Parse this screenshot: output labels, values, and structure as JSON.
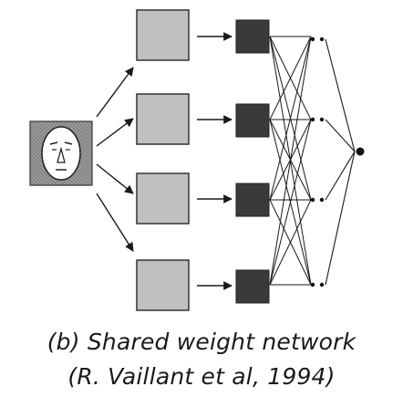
{
  "diagram": {
    "caption": {
      "line1": "(b) Shared weight network",
      "line2": "(R. Vaillant et al, 1994)"
    },
    "input_image": {
      "icon": "face-icon",
      "fill": "#8a8a8a",
      "face_fill": "#ffffff"
    },
    "hidden_layer_1": {
      "count": 4,
      "fill": "#c0c0c0",
      "stroke": "#333333"
    },
    "hidden_layer_2": {
      "count": 4,
      "fill": "#3a3a3a"
    },
    "dot_nodes": {
      "count": 4
    },
    "output_node": {
      "count": 1
    },
    "colors": {
      "line": "#1a1a1a",
      "node": "#111111"
    }
  }
}
